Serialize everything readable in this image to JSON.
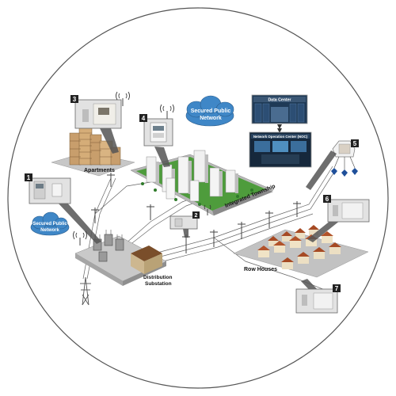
{
  "clouds": {
    "top": {
      "line1": "Secured Public",
      "line2": "Network"
    },
    "left": {
      "line1": "Secured Public",
      "line2": "Network"
    }
  },
  "labels": {
    "data_center": "Data Center",
    "noc": "Network Operation Center (NOC)",
    "apartments": "Apartments",
    "township": "Integrated Township",
    "substation_line1": "Distribution",
    "substation_line2": "Substation",
    "row_houses": "Row Houses"
  },
  "callouts": [
    "1",
    "2",
    "3",
    "4",
    "5",
    "6",
    "7"
  ],
  "colors": {
    "circle_border": "#555555",
    "cloud_fill": "#3f87c7",
    "ground": "#b9b9b9",
    "grass": "#4a9a3a",
    "roof": "#a64a24",
    "wall": "#e9dcc0",
    "wire": "#555555",
    "callout_bg": "#e2e2e2"
  },
  "icons": [
    "wifi-signal-icon",
    "electric-meter-icon",
    "server-rack-icon",
    "monitor-icon",
    "sensor-node-icon",
    "transmission-tower-icon"
  ]
}
